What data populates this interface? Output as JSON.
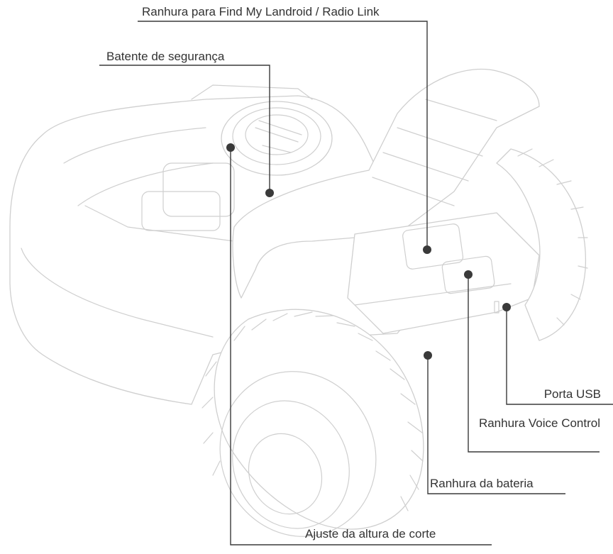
{
  "callouts": {
    "radio_link_slot": "Ranhura para Find My Landroid / Radio Link",
    "safety_bumper": "Batente de segurança",
    "usb_port": "Porta USB",
    "voice_control_slot": "Ranhura Voice Control",
    "battery_slot": "Ranhura da bateria",
    "cutting_height": "Ajuste da altura de corte"
  },
  "colors": {
    "leader_line": "#3a3a3a",
    "outline": "#cfcfcf",
    "text": "#333333"
  }
}
